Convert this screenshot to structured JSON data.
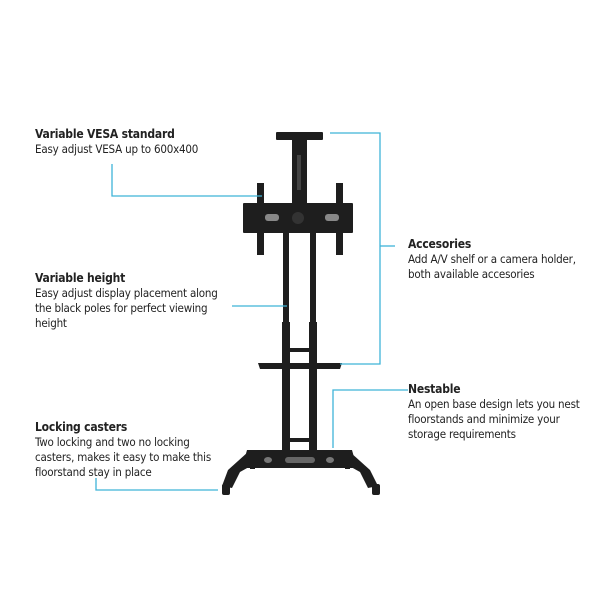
{
  "accent_color": "#3fb4d8",
  "callouts": {
    "vesa": {
      "title": "Variable VESA standard",
      "desc": "Easy adjust VESA up to 600x400"
    },
    "height": {
      "title": "Variable height",
      "desc": "Easy adjust display placement along the black poles for perfect viewing height"
    },
    "casters": {
      "title": "Locking casters",
      "desc": "Two locking and two no locking casters, makes it easy to make this floorstand stay in place"
    },
    "accessories": {
      "title": "Accesories",
      "desc": "Add A/V shelf or a camera holder, both available accesories"
    },
    "nestable": {
      "title": "Nestable",
      "desc": "An open base design lets you nest floorstands and minimize your storage requirements"
    }
  }
}
